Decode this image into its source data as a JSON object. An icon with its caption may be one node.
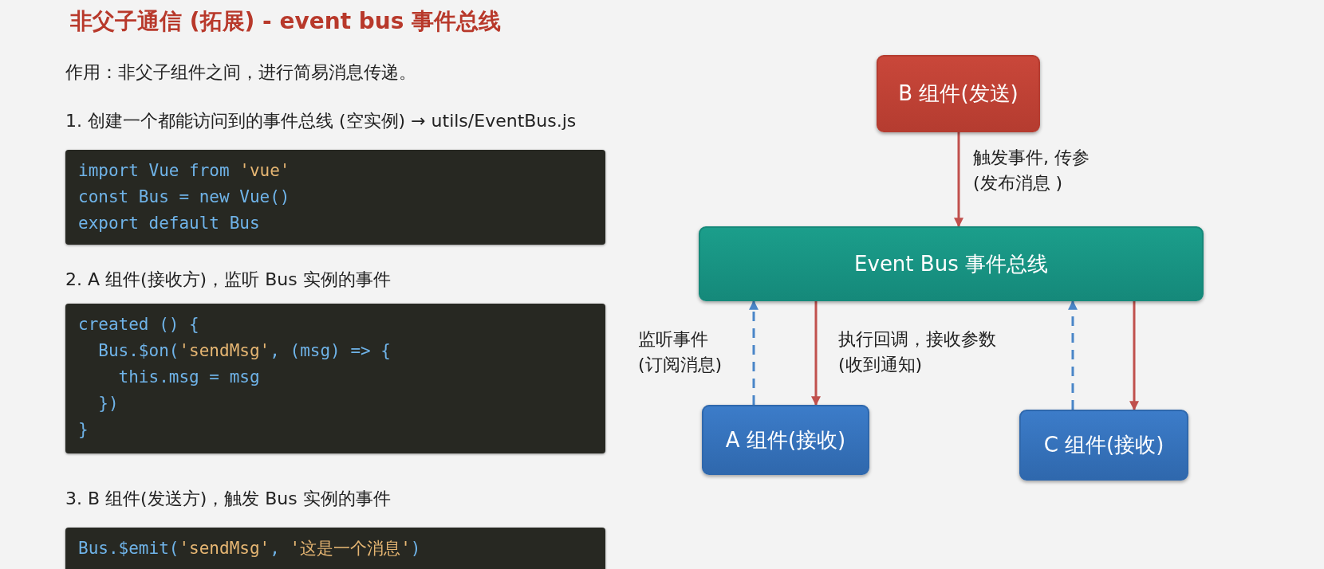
{
  "diagram": {
    "title": "非父子通信 (拓展) - event bus 事件总线",
    "nodes": [
      {
        "text": [
          "B 组件(发送)"
        ]
      },
      {
        "text": [
          "Event Bus  事件总线"
        ]
      },
      {
        "text": [
          "A 组件(接收)"
        ]
      },
      {
        "text": [
          "C 组件(接收)"
        ]
      }
    ],
    "edges": [
      {
        "from": 0,
        "to": 1,
        "arrow": "to",
        "label": "触发事件, 传参 (发布消息 )"
      },
      {
        "from": 2,
        "to": 1,
        "arrow": "to",
        "style": "dashed",
        "color": "#4a86c8",
        "label": "监听事件 (订阅消息)"
      },
      {
        "from": 1,
        "to": 2,
        "arrow": "to",
        "label": "执行回调，接收参数 (收到通知)"
      },
      {
        "from": 3,
        "to": 1,
        "arrow": "to",
        "style": "dashed",
        "color": "#4a86c8"
      },
      {
        "from": 1,
        "to": 3,
        "arrow": "to"
      }
    ],
    "labels": [
      "作用：非父子组件之间，进行简易消息传递。",
      "1. 创建一个都能访问到的事件总线 (空实例)  →  utils/EventBus.js",
      "import Vue from 'vue'",
      "const Bus = new Vue()",
      "export default Bus",
      "2. A 组件(接收方)，监听 Bus 实例的事件",
      "created () {",
      "  Bus.$on('sendMsg', (msg) => {",
      "    this.msg = msg",
      "  })",
      "}",
      "3. B 组件(发送方)，触发 Bus 实例的事件",
      "Bus.$emit('sendMsg', '这是一个消息')"
    ]
  }
}
